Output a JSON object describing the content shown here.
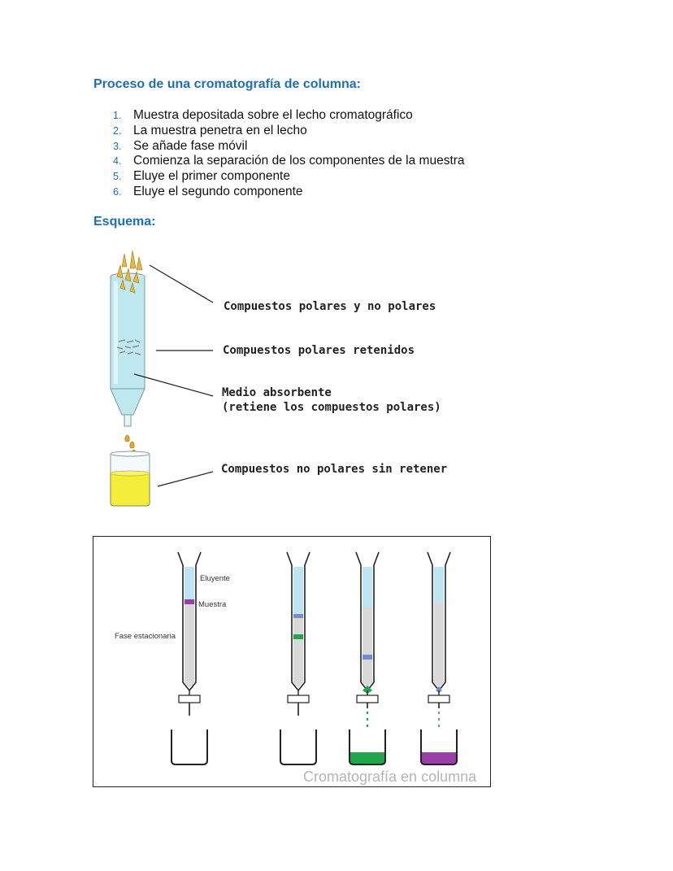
{
  "heading_process": "Proceso de una cromatografía de columna:",
  "steps": [
    {
      "num": "1.",
      "text": "Muestra depositada sobre el lecho cromatográfico"
    },
    {
      "num": "2.",
      "text": "La muestra penetra en el lecho"
    },
    {
      "num": "3.",
      "text": "Se añade fase móvil"
    },
    {
      "num": "4.",
      "text": "Comienza la separación de los componentes de la muestra"
    },
    {
      "num": "5.",
      "text": "Eluye el primer componente"
    },
    {
      "num": "6.",
      "text": "Eluye el segundo componente"
    }
  ],
  "heading_scheme": "Esquema:",
  "figure1": {
    "labels": {
      "polar_nonpolar": "Compuestos polares y no polares",
      "polar_retained": "Compuestos polares retenidos",
      "medium_line1": "Medio absorbente",
      "medium_line2": "(retiene los compuestos polares)",
      "nonpolar_unretained": "Compuestos no polares sin retener"
    },
    "colors": {
      "liquid": "#bfe8ee",
      "collected": "#f2ee3a",
      "sample": "#e6b93c"
    }
  },
  "figure2": {
    "labels": {
      "eluent": "Eluyente",
      "sample": "Muestra",
      "stationary": "Fase estacionaria",
      "caption": "Cromatografía en columna"
    },
    "colors": {
      "eluent": "#bde6f2",
      "stationary": "#d9d9d9",
      "purple": "#9a3ea8",
      "green": "#1fa64a",
      "blue": "#6f8fd0"
    }
  }
}
